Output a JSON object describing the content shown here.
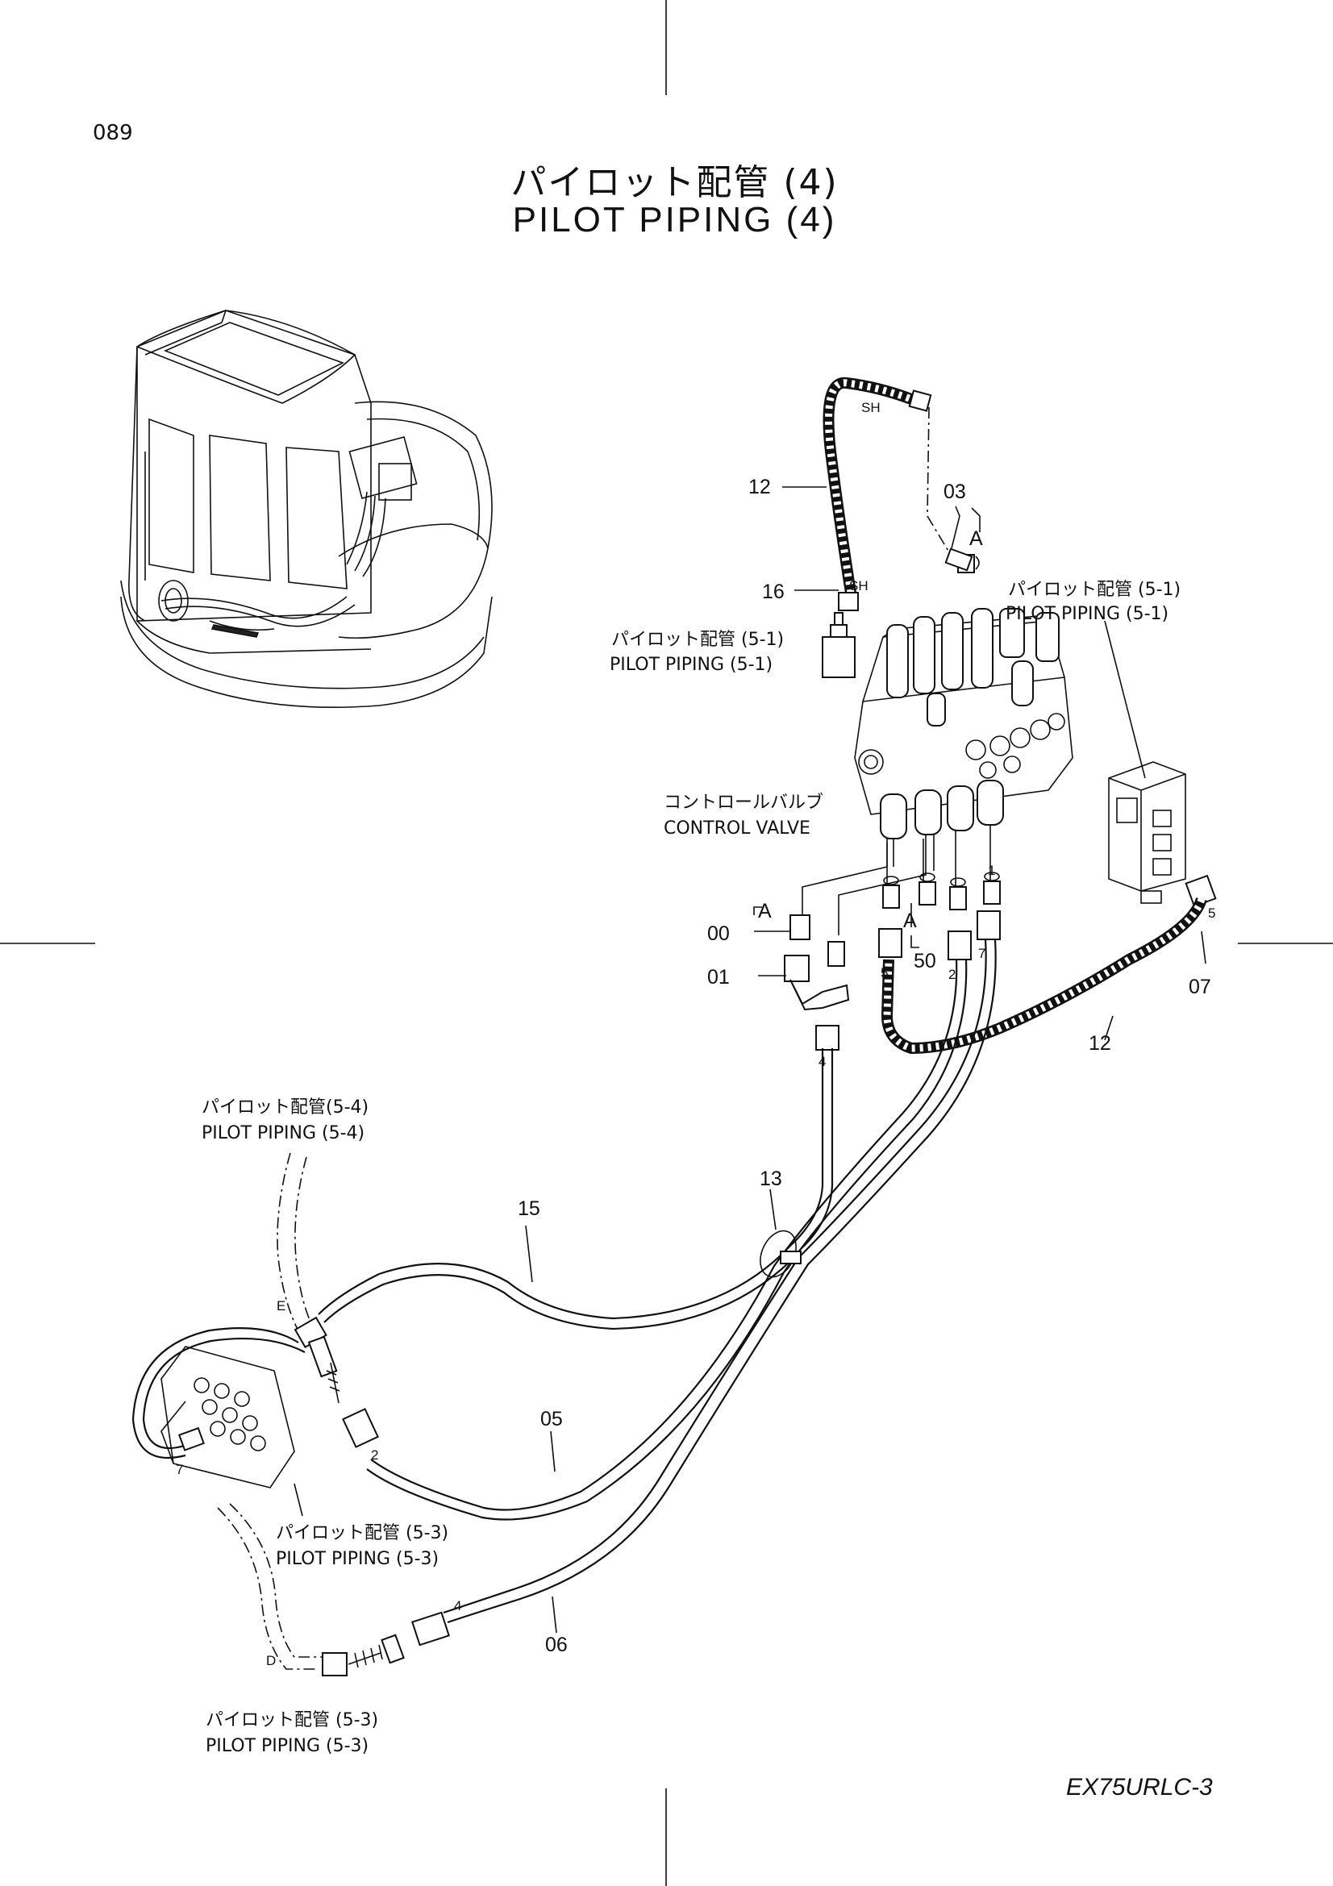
{
  "page_number": "089",
  "title_jp": "パイロット配管 (4)",
  "title_en": "PILOT  PIPING  (4)",
  "model": "EX75URLC-3",
  "labels": {
    "pilot_5_1_right_jp": "パイロット配管 (5-1)",
    "pilot_5_1_right_en": "PILOT  PIPING (5-1)",
    "pilot_5_1_left_jp": "パイロット配管 (5-1)",
    "pilot_5_1_left_en": "PILOT PIPING (5-1)",
    "control_valve_jp": "コントロールバルブ",
    "control_valve_en": "CONTROL  VALVE",
    "pilot_5_4_jp": "パイロット配管(5-4)",
    "pilot_5_4_en": "PILOT  PIPING (5-4)",
    "pilot_5_3_mid_jp": "パイロット配管 (5-3)",
    "pilot_5_3_mid_en": "PILOT  PIPING  (5-3)",
    "pilot_5_3_bot_jp": "パイロット配管 (5-3)",
    "pilot_5_3_bot_en": "PILOT  PIPING  (5-3)"
  },
  "callouts": {
    "c12_top": "12",
    "c03": "03",
    "cA_top": "A",
    "c16": "16",
    "cSH_top": "SH",
    "cSH_mid": "SH",
    "cA_left": "A",
    "c00": "00",
    "c01": "01",
    "cA_mid": "A",
    "c50": "50",
    "c07": "07",
    "c12_right": "12",
    "c13": "13",
    "c15": "15",
    "c05": "05",
    "c06": "06",
    "m5a": "5",
    "m2a": "2",
    "m7a": "7",
    "m4a": "4",
    "m5b": "5",
    "m1": "1",
    "mE": "E",
    "m7b": "7",
    "m2b": "2",
    "m4b": "4",
    "mD": "D"
  }
}
